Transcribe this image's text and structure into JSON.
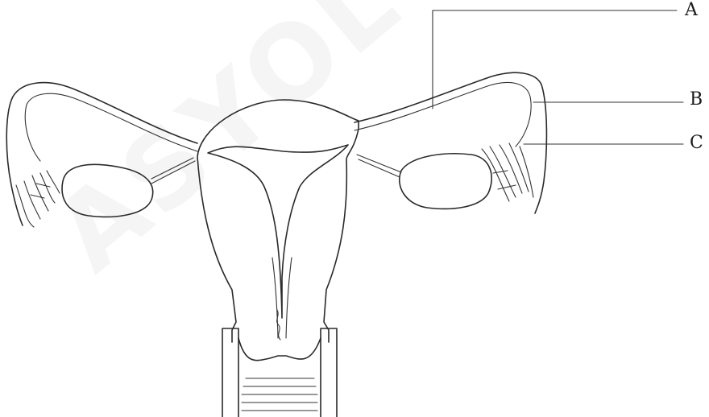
{
  "diagram": {
    "labels": {
      "a": "A",
      "b": "B",
      "c": "C"
    },
    "colors": {
      "stroke": "#2a2a2a",
      "background": "#ffffff"
    }
  }
}
